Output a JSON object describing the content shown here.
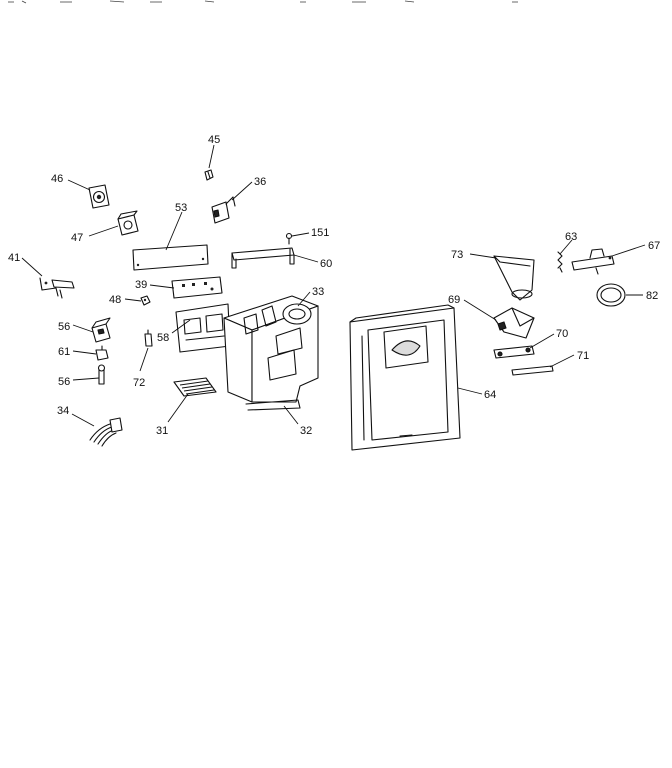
{
  "diagram": {
    "callouts": {
      "c45": "45",
      "c46": "46",
      "c36": "36",
      "c53": "53",
      "c47": "47",
      "c151": "151",
      "c41": "41",
      "c60": "60",
      "c39": "39",
      "c33": "33",
      "c48": "48",
      "c56a": "56",
      "c58": "58",
      "c61": "61",
      "c56b": "56",
      "c72": "72",
      "c34": "34",
      "c31": "31",
      "c32": "32",
      "c73": "73",
      "c63": "63",
      "c67": "67",
      "c82": "82",
      "c69": "69",
      "c70": "70",
      "c71": "71",
      "c64": "64"
    }
  }
}
